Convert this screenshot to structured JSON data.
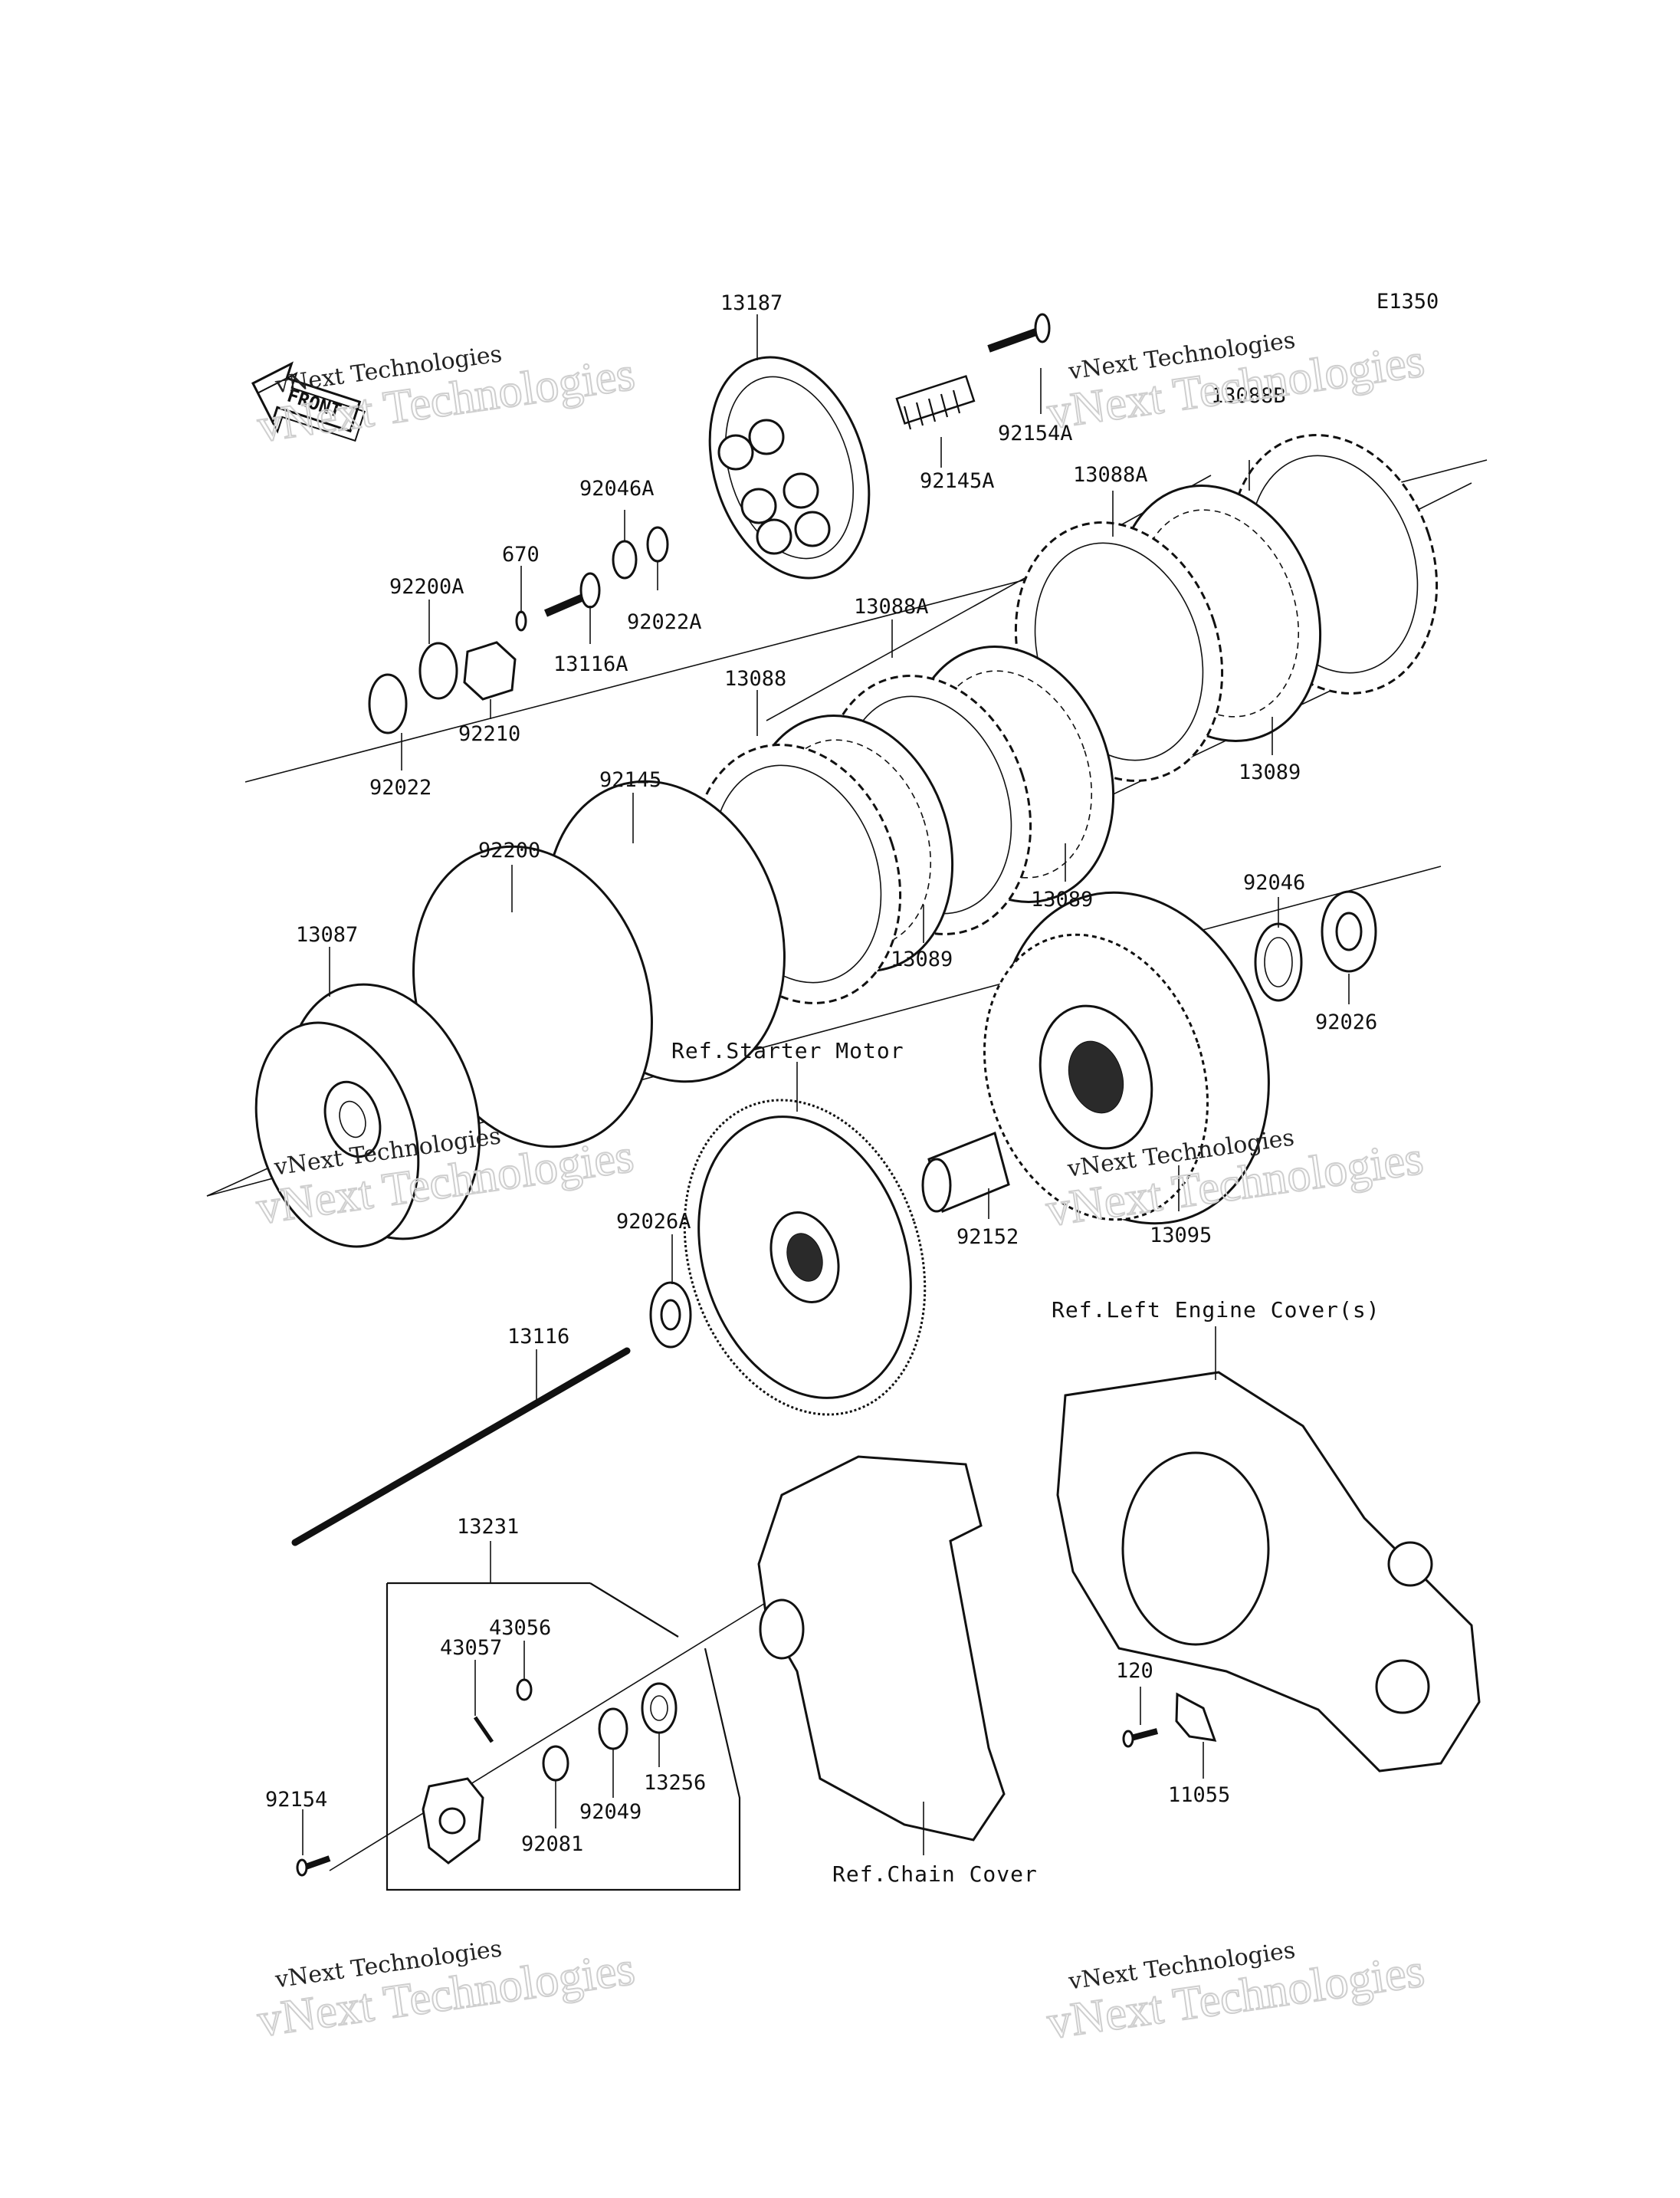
{
  "diagram_code": "E1350",
  "front_label": "FRONT",
  "watermark": {
    "line1": "vNext Technologies",
    "line2": "vNext Technologies"
  },
  "part_numbers": {
    "p13187": "13187",
    "p92154A": "92154A",
    "p92145A": "92145A",
    "p13088B": "13088B",
    "p13088A_top": "13088A",
    "p92046A": "92046A",
    "p670": "670",
    "p92022A": "92022A",
    "p13116A": "13116A",
    "p92200A": "92200A",
    "p92210": "92210",
    "p92022": "92022",
    "p13088A_mid": "13088A",
    "p13088": "13088",
    "p13089_right": "13089",
    "p13089_mid": "13089",
    "p13089_low": "13089",
    "p92145": "92145",
    "p92200": "92200",
    "p13087": "13087",
    "p92046": "92046",
    "p92026": "92026",
    "p92026A": "92026A",
    "p92152": "92152",
    "p13095": "13095",
    "p13116": "13116",
    "p13231": "13231",
    "p43056": "43056",
    "p43057": "43057",
    "p92154": "92154",
    "p92081": "92081",
    "p92049": "92049",
    "p13256": "13256",
    "p120": "120",
    "p11055": "11055"
  },
  "references": {
    "starter_motor": "Ref.Starter Motor",
    "left_engine_cover": "Ref.Left Engine Cover(s)",
    "chain_cover": "Ref.Chain Cover"
  }
}
